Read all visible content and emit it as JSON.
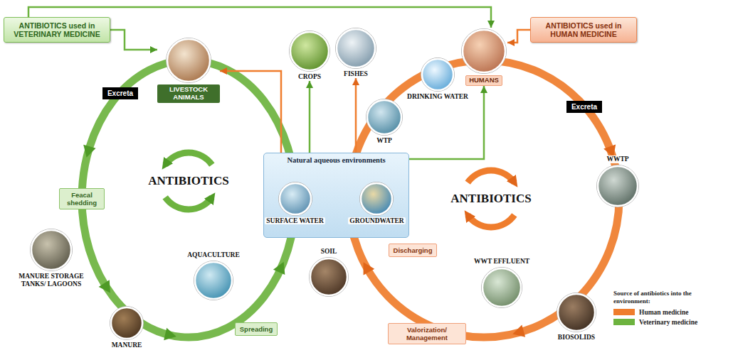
{
  "diagram": {
    "nodes": [
      {
        "text": [
          "ANTIBIOTICS used in VETERINARY MEDICINE"
        ]
      },
      {
        "text": [
          "ANTIBIOTICS used in HUMAN MEDICINE"
        ]
      },
      {
        "text": [
          "LIVESTOCK ANIMALS"
        ]
      },
      {
        "text": [
          "CROPS"
        ]
      },
      {
        "text": [
          "FISHES"
        ]
      },
      {
        "text": [
          "HUMANS"
        ]
      },
      {
        "text": [
          "DRINKING WATER"
        ]
      },
      {
        "text": [
          "WTP"
        ]
      },
      {
        "text": [
          "Excreta"
        ]
      },
      {
        "text": [
          "Excreta"
        ]
      },
      {
        "text": [
          "Feacal shedding"
        ]
      },
      {
        "text": [
          "Natural aqueous environments"
        ]
      },
      {
        "text": [
          "SURFACE WATER"
        ],
        "in": 11
      },
      {
        "text": [
          "GROUNDWATER"
        ],
        "in": 11
      },
      {
        "text": [
          "WWTP"
        ]
      },
      {
        "text": [
          "Discharging"
        ]
      },
      {
        "text": [
          "WWT EFFLUENT"
        ]
      },
      {
        "text": [
          "BIOSOLIDS"
        ]
      },
      {
        "text": [
          "Valorization/ Management"
        ]
      },
      {
        "text": [
          "SOIL"
        ]
      },
      {
        "text": [
          "AQUACULTURE"
        ]
      },
      {
        "text": [
          "MANURE STORAGE TANKS/ LAGOONS"
        ]
      },
      {
        "text": [
          "MANURE"
        ]
      },
      {
        "text": [
          "Spreading"
        ]
      }
    ],
    "edges": [
      {
        "from": 0,
        "to": 2,
        "arrow": "to"
      },
      {
        "from": 1,
        "to": 5,
        "arrow": "to"
      },
      {
        "from": 0,
        "to": 5,
        "arrow": "to"
      },
      {
        "from": 11,
        "to": 2,
        "arrow": "to"
      },
      {
        "from": 11,
        "to": 3,
        "arrow": "to"
      },
      {
        "from": 11,
        "to": 4,
        "arrow": "to"
      },
      {
        "from": 11,
        "to": 5,
        "arrow": "to"
      },
      {
        "from": 12,
        "to": 13,
        "arrow": "both"
      }
    ],
    "labels": [
      "ANTIBIOTICS",
      "ANTIBIOTICS",
      "Source of antibiotics into the environment:"
    ],
    "legend": [
      {
        "text": "Human medicine",
        "color": "#ef7d2d"
      },
      {
        "text": "Veterinary medicine",
        "color": "#6db33f"
      }
    ]
  }
}
